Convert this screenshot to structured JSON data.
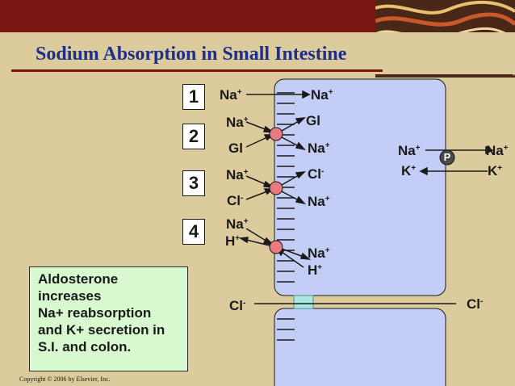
{
  "title": "Sodium Absorption in Small Intestine",
  "copyright": "Copyright © 2006 by Elsevier, Inc.",
  "steps": [
    "1",
    "2",
    "3",
    "4"
  ],
  "labels": {
    "s1_na_left": "Na",
    "s1_na_right": "Na",
    "s2_na_left": "Na",
    "s2_gl_left": "Gl",
    "s2_gl_right": "Gl",
    "s2_na_right": "Na",
    "s3_na_left": "Na",
    "s3_cl_left": "Cl",
    "s3_cl_right": "Cl",
    "s3_na_right": "Na",
    "s4_na_left": "Na",
    "s4_h_left": "H",
    "s4_na_right": "Na",
    "s4_h_right": "H",
    "pump_na_in": "Na",
    "pump_k_in": "K",
    "pump_na_out": "Na",
    "pump_k_out": "K",
    "pump_letter": "P",
    "cl_paracellular_left": "Cl",
    "cl_paracellular_right": "Cl"
  },
  "charges": {
    "plus": "+",
    "minus": "-"
  },
  "note_lines": [
    "Aldosterone",
    "increases",
    "Na+ reabsorption",
    "and K+ secretion in",
    "S.I. and colon."
  ],
  "colors": {
    "banner": "#7a1713",
    "background": "#dccb9c",
    "title": "#1c2f8c",
    "cell": "#c3cdf5",
    "note": "#d8f8cf",
    "transporter": "#e97a80",
    "pump": "#4a4a4a"
  }
}
